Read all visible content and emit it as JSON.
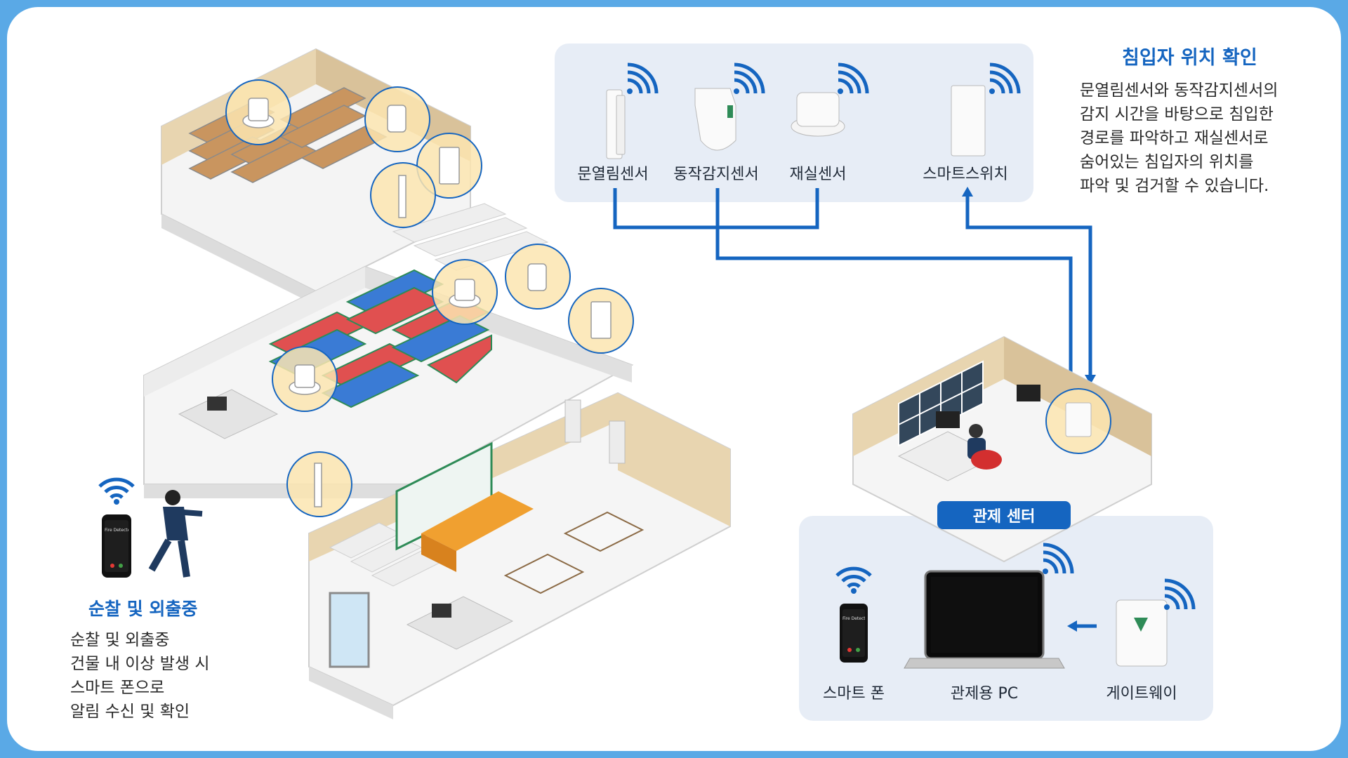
{
  "sensors": {
    "door": "문열림센서",
    "motion": "동작감지센서",
    "presence": "재실센서",
    "switch": "스마트스위치"
  },
  "intrusion": {
    "title": "침입자 위치 확인",
    "lines": [
      "문열림센서와 동작감지센서의",
      "감지 시간을 바탕으로 침입한",
      "경로를 파악하고 재실센서로",
      "숨어있는 침입자의 위치를",
      "파악 및 검거할 수 있습니다."
    ]
  },
  "control_center": {
    "badge": "관제 센터",
    "smartphone": "스마트 폰",
    "pc": "관제용 PC",
    "gateway": "게이트웨이"
  },
  "patrol": {
    "title": "순찰 및 외출중",
    "lines": [
      "순찰 및 외출중",
      "건물 내 이상 발생 시",
      "스마트 폰으로",
      "알림 수신 및 확인"
    ],
    "phone_screen": "Fire Detected"
  },
  "colors": {
    "accent": "#1565c0",
    "frame": "#5aa9e6",
    "panel": "#e7edf6",
    "wall": "#e8d5b0",
    "sensor_ring": "#fbe5b0"
  }
}
